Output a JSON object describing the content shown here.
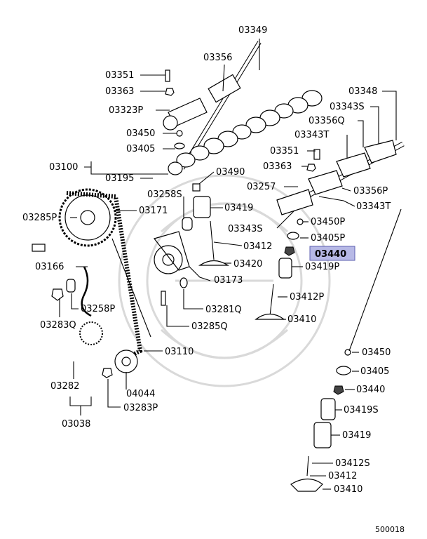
{
  "highlight_color": "#b7b9e6",
  "diagram_id": "500018",
  "labels": {
    "l03349": "03349",
    "l03356": "03356",
    "l03351a": "03351",
    "l03363a": "03363",
    "l03323P": "03323P",
    "l03450a": "03450",
    "l03405a": "03405",
    "l03100": "03100",
    "l03195": "03195",
    "l03490": "03490",
    "l03258S": "03258S",
    "l03171": "03171",
    "l03285P": "03285P",
    "l03419a": "03419",
    "l03412a": "03412",
    "l03166": "03166",
    "l03420": "03420",
    "l03173": "03173",
    "l03258P": "03258P",
    "l03283Q": "03283Q",
    "l03281Q": "03281Q",
    "l03285Q": "03285Q",
    "l03110": "03110",
    "l03282": "03282",
    "l04044": "04044",
    "l03038": "03038",
    "l03283P": "03283P",
    "l03348": "03348",
    "l03343S_top": "03343S",
    "l03356Q": "03356Q",
    "l03343T_top": "03343T",
    "l03351b": "03351",
    "l03363b": "03363",
    "l03257": "03257",
    "l03356P": "03356P",
    "l03343T_b": "03343T",
    "l03343S_b": "03343S",
    "l03450P": "03450P",
    "l03405P": "03405P",
    "l03440_hi": "03440",
    "l03419P": "03419P",
    "l03412P": "03412P",
    "l03410a": "03410",
    "l03450b": "03450",
    "l03405b": "03405",
    "l03440b": "03440",
    "l03419S": "03419S",
    "l03419b": "03419",
    "l03412S": "03412S",
    "l03412b": "03412",
    "l03410b": "03410"
  }
}
